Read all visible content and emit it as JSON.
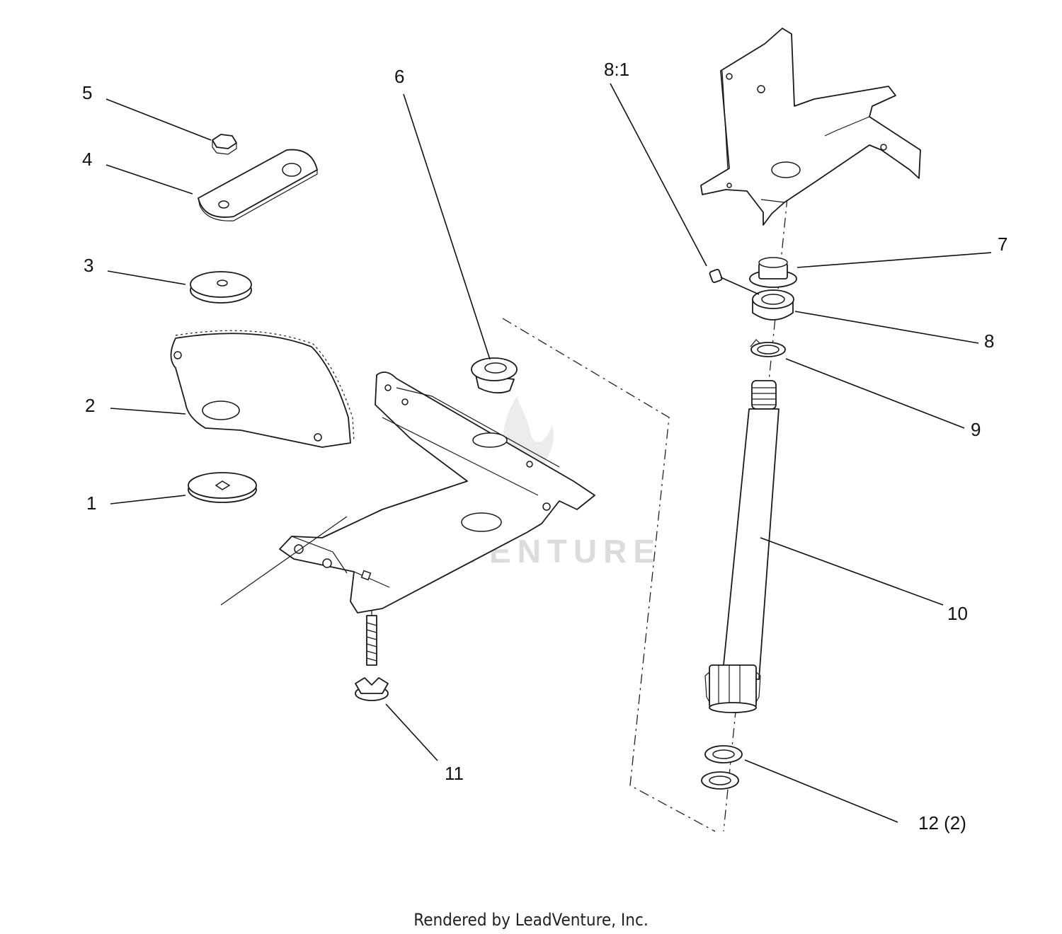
{
  "callouts": [
    {
      "id": "1",
      "label": "1"
    },
    {
      "id": "2",
      "label": "2"
    },
    {
      "id": "3",
      "label": "3"
    },
    {
      "id": "4",
      "label": "4"
    },
    {
      "id": "5",
      "label": "5"
    },
    {
      "id": "6",
      "label": "6"
    },
    {
      "id": "7",
      "label": "7"
    },
    {
      "id": "8",
      "label": "8"
    },
    {
      "id": "8-1",
      "label": "8:1"
    },
    {
      "id": "9",
      "label": "9"
    },
    {
      "id": "10",
      "label": "10"
    },
    {
      "id": "11",
      "label": "11"
    },
    {
      "id": "12",
      "label": "12 (2)"
    }
  ],
  "watermark": {
    "text": "LEADVENTURE"
  },
  "footer": {
    "text": "Rendered by LeadVenture, Inc."
  }
}
